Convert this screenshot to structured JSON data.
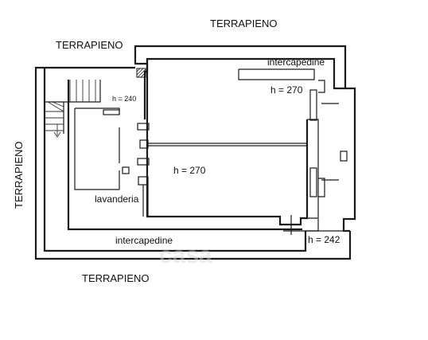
{
  "labels": {
    "terrapieno_top_right": "TERRAPIENO",
    "terrapieno_top_left": "TERRAPIENO",
    "terrapieno_left": "TERRAPIENO",
    "terrapieno_bottom": "TERRAPIENO",
    "intercapedine_top": "intercapedine",
    "intercapedine_bottom": "intercapedine",
    "h_270_right": "h = 270",
    "h_270_center": "h = 270",
    "h_240": "h = 240",
    "h_242": "h = 242",
    "lavanderia": "lavanderia"
  },
  "watermark": "casa",
  "colors": {
    "line": "#1a1a1a",
    "background": "#ffffff"
  }
}
